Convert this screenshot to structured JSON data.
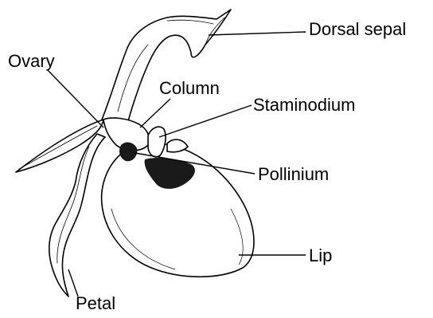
{
  "title": "",
  "labels": {
    "dorsal_sepal": "Dorsal sepal",
    "ovary": "Ovary",
    "column": "Column",
    "staminodium": "Staminodium",
    "pollinium": "Pollinium",
    "lip": "Lip",
    "petal": "Petal"
  },
  "colors": {
    "line": "#000000",
    "fill": "#ffffff",
    "shade": "#1a1a1a"
  }
}
